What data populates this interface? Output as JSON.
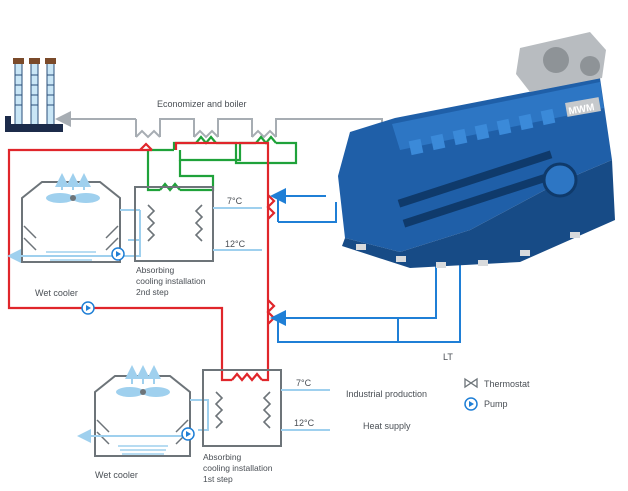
{
  "labels": {
    "economizer": "Economizer and boiler",
    "temp_7_upper": "7°C",
    "temp_12_upper": "12°C",
    "absorbing_2nd_line1": "Absorbing",
    "absorbing_2nd_line2": "cooling installation",
    "absorbing_2nd_line3": "2nd step",
    "wet_cooler_upper": "Wet cooler",
    "lt": "LT",
    "temp_7_lower": "7°C",
    "temp_12_lower": "12°C",
    "industrial_production": "Industrial production",
    "heat_supply": "Heat supply",
    "wet_cooler_lower": "Wet cooler",
    "absorbing_1st_line1": "Absorbing",
    "absorbing_1st_line2": "cooling installation",
    "absorbing_1st_line3": "1st step",
    "engine_brand": "MWM"
  },
  "legend": {
    "thermostat": "Thermostat",
    "pump": "Pump"
  },
  "colors": {
    "hot_loop": "#e0262b",
    "green_loop": "#1fa23a",
    "lt_loop": "#1f7fd6",
    "cold_water": "#9fd0ee",
    "equipment": "#6d7479",
    "exhaust_grey": "#a7adb3",
    "engine_blue": "#1f5fa8"
  },
  "icons": [
    "thermostat-icon",
    "pump-icon",
    "fan-icon",
    "heat-exchanger-icon",
    "chimney-icon",
    "engine-image"
  ]
}
